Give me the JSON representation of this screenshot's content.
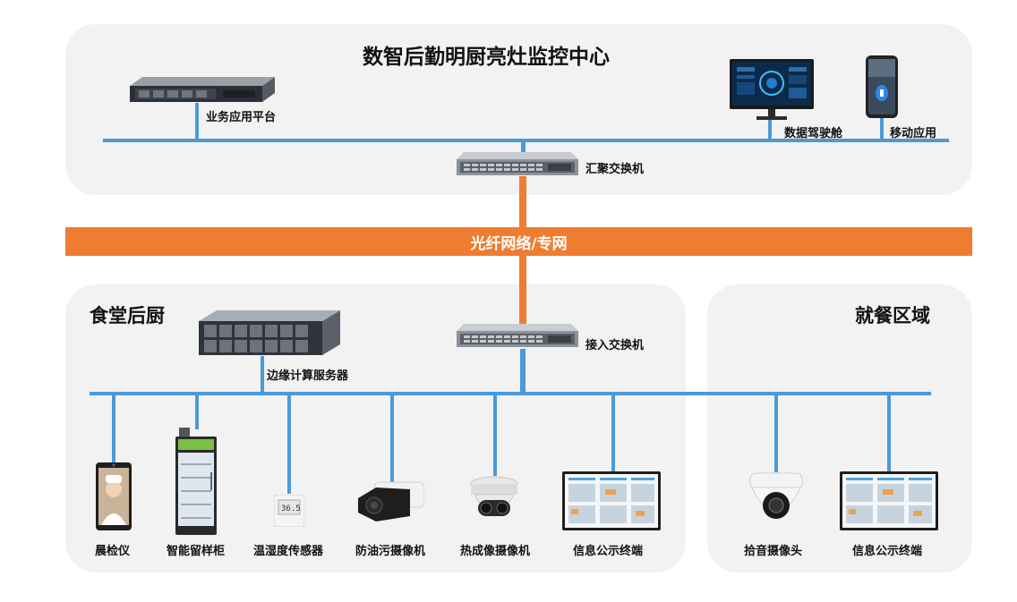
{
  "center": {
    "title": "数智后勤明厨亮灶监控中心",
    "devices": {
      "business_platform": "业务应用平台",
      "data_cockpit": "数据驾驶舱",
      "mobile_app": "移动应用",
      "aggregation_switch": "汇聚交换机"
    }
  },
  "network": {
    "label": "光纤网络/专网"
  },
  "kitchen": {
    "title": "食堂后厨",
    "edge_server": "边缘计算服务器",
    "access_switch": "接入交换机",
    "devices": [
      {
        "label": "晨检仪"
      },
      {
        "label": "智能留样柜"
      },
      {
        "label": "温湿度传感器"
      },
      {
        "label": "防油污摄像机"
      },
      {
        "label": "热成像摄像机"
      },
      {
        "label": "信息公示终端"
      }
    ]
  },
  "dining": {
    "title": "就餐区域",
    "devices": [
      {
        "label": "拾音摄像头"
      },
      {
        "label": "信息公示终端"
      }
    ]
  },
  "colors": {
    "link": "#4b9ad8",
    "fiber": "#ee7d31",
    "panel": "#f2f2f2"
  },
  "icons": [
    "rack-server-icon",
    "monitor-icon",
    "phone-icon",
    "network-switch-icon",
    "storage-server-icon",
    "face-terminal-icon",
    "sample-cabinet-icon",
    "sensor-icon",
    "bullet-camera-icon",
    "dome-camera-icon",
    "display-terminal-icon"
  ]
}
